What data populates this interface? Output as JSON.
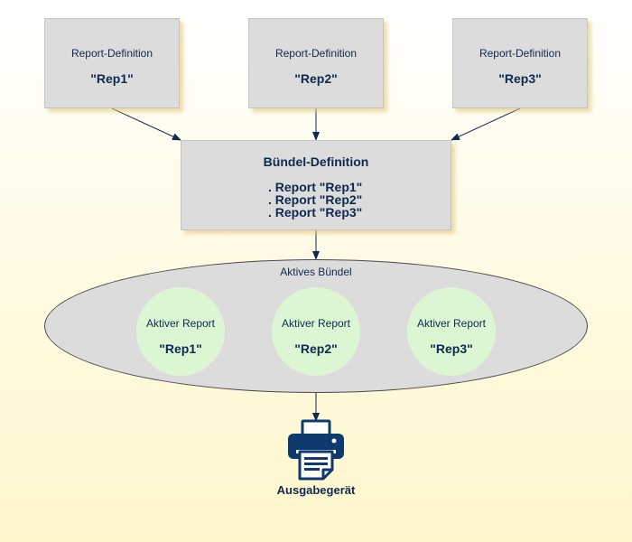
{
  "definitions": [
    {
      "label": "Report-Definition",
      "name": "\"Rep1\""
    },
    {
      "label": "Report-Definition",
      "name": "\"Rep2\""
    },
    {
      "label": "Report-Definition",
      "name": "\"Rep3\""
    }
  ],
  "bundle_definition": {
    "title": "Bündel-Definition",
    "items": [
      ". Report \"Rep1\"",
      ". Report \"Rep2\"",
      ". Report \"Rep3\""
    ]
  },
  "active_bundle": {
    "label": "Aktives Bündel",
    "reports": [
      {
        "label": "Aktiver Report",
        "name": "\"Rep1\""
      },
      {
        "label": "Aktiver Report",
        "name": "\"Rep2\""
      },
      {
        "label": "Aktiver Report",
        "name": "\"Rep3\""
      }
    ]
  },
  "output": {
    "label": "Ausgabegerät",
    "icon": "printer-icon"
  },
  "colors": {
    "text": "#0e2a4f",
    "box_fill": "#dcdcdc",
    "circle_fill": "#dcf6d4",
    "printer": "#0e3a6e",
    "background_bottom": "#fff6cc"
  }
}
